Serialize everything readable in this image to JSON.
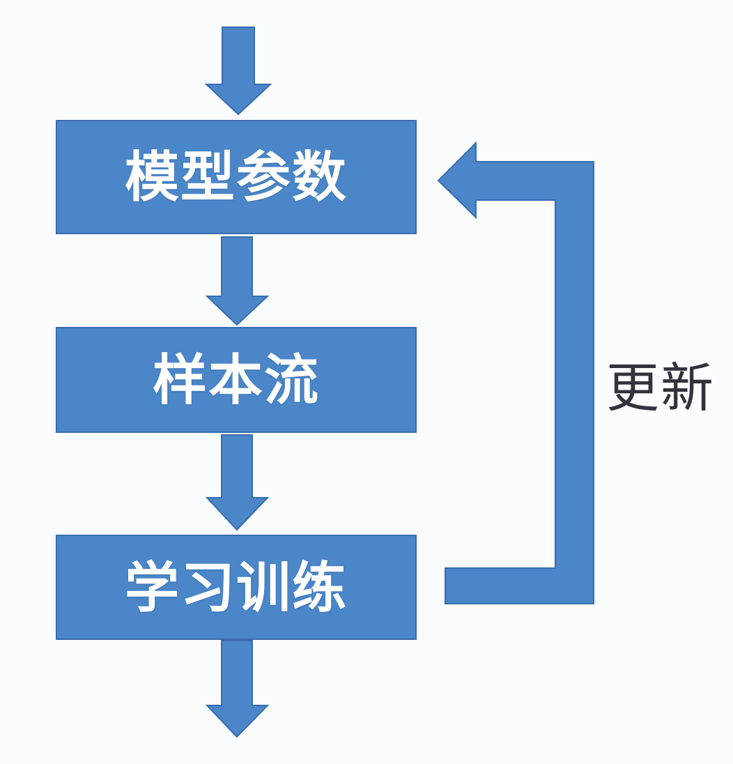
{
  "diagram": {
    "type": "flowchart",
    "direction": "top-down",
    "nodes": [
      {
        "id": "model-params",
        "label": "模型参数"
      },
      {
        "id": "sample-stream",
        "label": "样本流"
      },
      {
        "id": "training",
        "label": "学习训练"
      }
    ],
    "edges": [
      {
        "from": "start",
        "to": "model-params",
        "style": "block-arrow-down",
        "label": ""
      },
      {
        "from": "model-params",
        "to": "sample-stream",
        "style": "block-arrow-down",
        "label": ""
      },
      {
        "from": "sample-stream",
        "to": "training",
        "style": "block-arrow-down",
        "label": ""
      },
      {
        "from": "training",
        "to": "end",
        "style": "block-arrow-down",
        "label": ""
      },
      {
        "from": "training",
        "to": "model-params",
        "style": "feedback-loop-right-side",
        "label": "更新"
      }
    ],
    "feedback_label": "更新",
    "colors": {
      "shape_fill": "#4a86c8",
      "shape_border": "#3a6cb0",
      "node_text": "#ffffff",
      "feedback_label_text": "#33333d",
      "background": "#fafcfe"
    }
  }
}
